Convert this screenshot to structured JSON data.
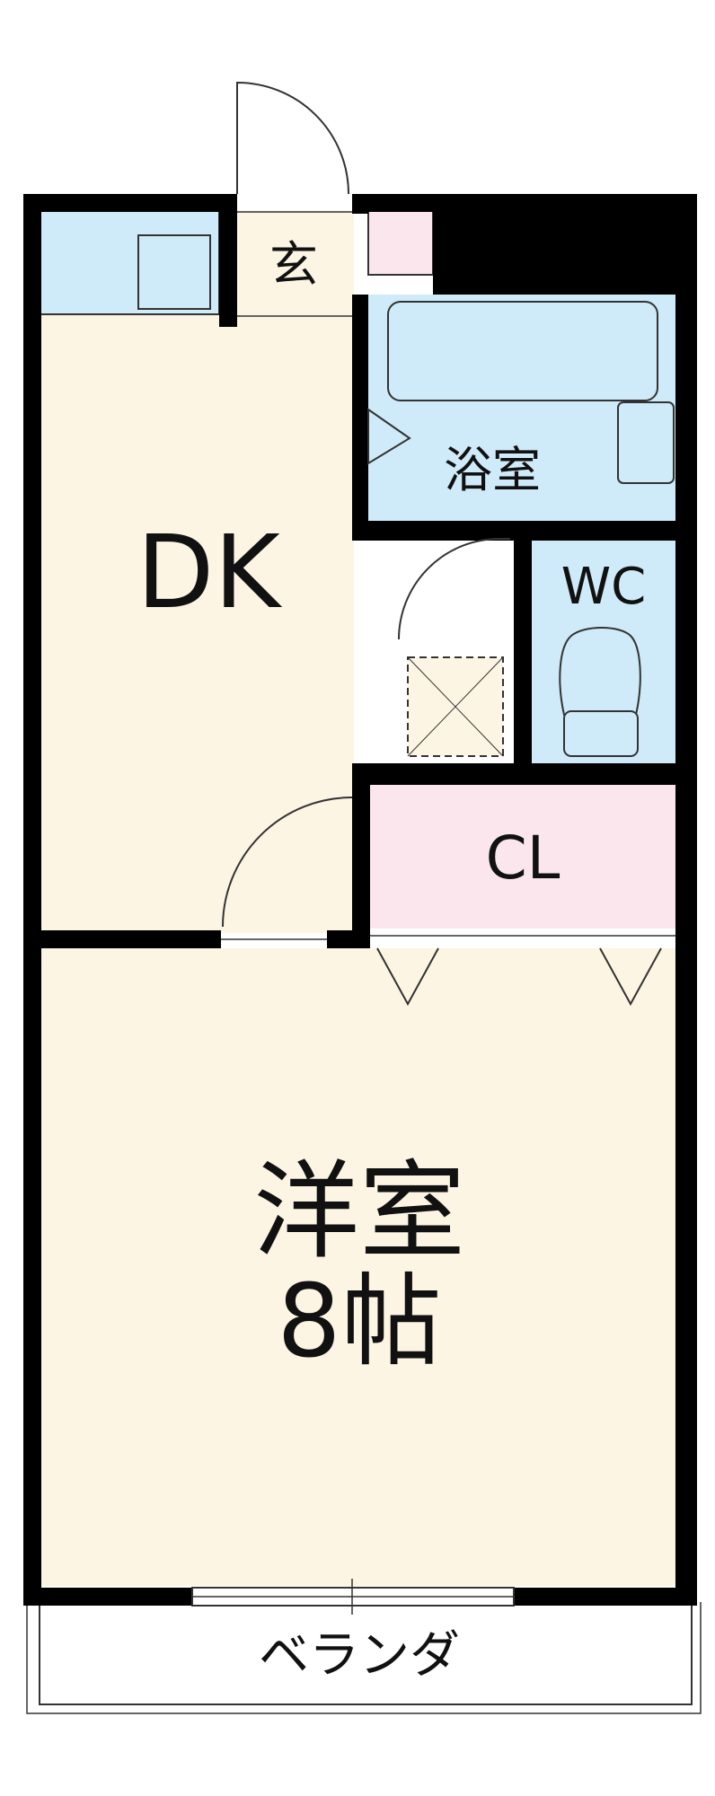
{
  "rooms": {
    "genkan": "玄",
    "bath": "浴室",
    "dk": "DK",
    "wc": "WC",
    "closet": "CL",
    "western_room_name": "洋室",
    "western_room_size": "8帖",
    "veranda": "ベランダ"
  },
  "colors": {
    "wall": "#000000",
    "floor_living": "#fdf5e4",
    "floor_wet": "#cfeaf8",
    "floor_closet": "#fbe6ee",
    "line": "#333333"
  }
}
